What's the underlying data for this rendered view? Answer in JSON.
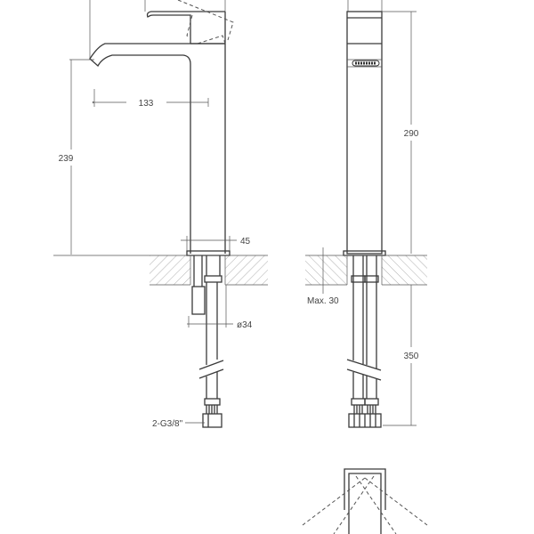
{
  "drawing": {
    "side_view": {
      "spout_reach": "133",
      "spout_height": "239",
      "base_width": "45",
      "shank_diameter": "ø34",
      "connection_thread": "2-G3/8\""
    },
    "front_view": {
      "total_height": "290",
      "max_counter_thickness": "Max. 30",
      "hose_length": "350"
    },
    "colors": {
      "line": "#3a3a3a",
      "dim": "#555555",
      "background": "#ffffff"
    }
  }
}
